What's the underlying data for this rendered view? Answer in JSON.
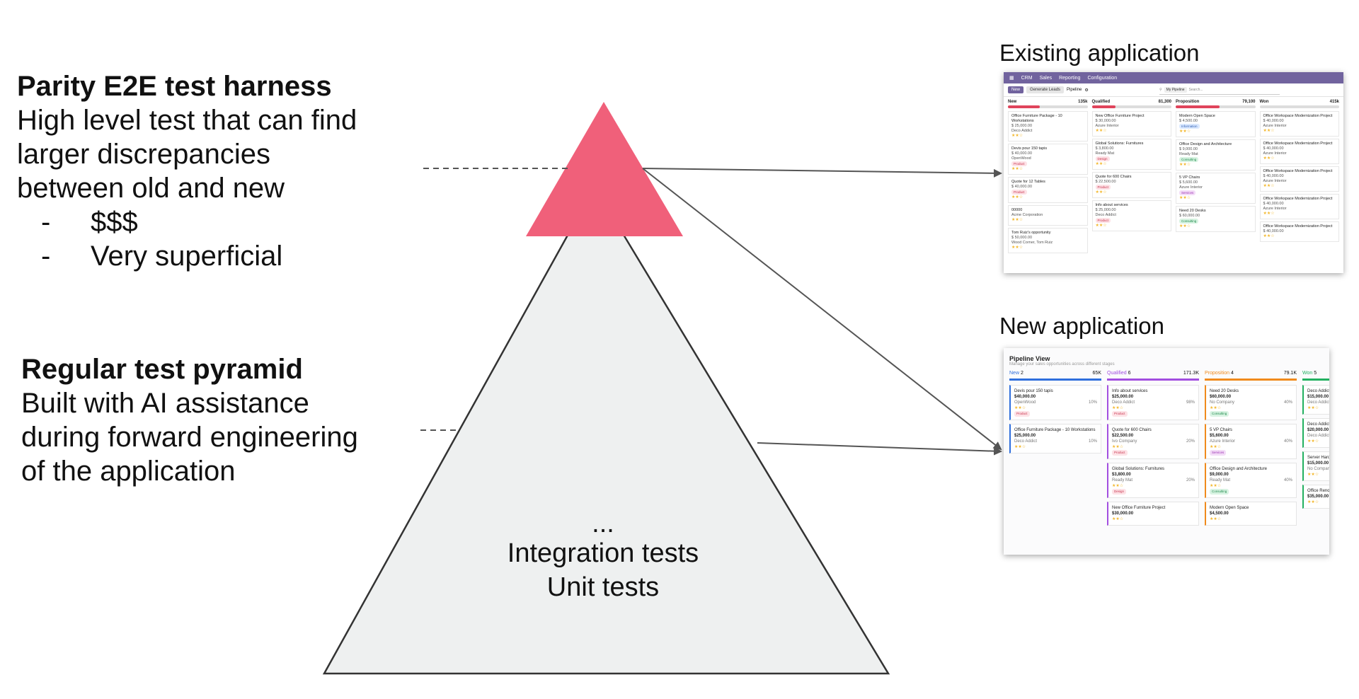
{
  "left": {
    "parity": {
      "title": "Parity E2E test harness",
      "lines": [
        "High level test that can find",
        "larger discrepancies",
        "between old and new"
      ],
      "bullets": [
        "$$$",
        "Very superficial"
      ],
      "bullet_marker": "-"
    },
    "regular": {
      "title": "Regular test pyramid",
      "lines": [
        "Built with AI assistance",
        "during forward engineering",
        "of the application"
      ]
    }
  },
  "pyramid": {
    "lines": [
      "...",
      "Integration tests",
      "Unit tests"
    ],
    "top_color": "#f0607a",
    "base_fill": "#eef0f0"
  },
  "existing": {
    "caption": "Existing application",
    "nav": [
      "CRM",
      "Sales",
      "Reporting",
      "Configuration"
    ],
    "btn_new": "New",
    "btn_gen": "Generate Leads",
    "breadcrumb": "Pipeline",
    "facet": "My Pipeline",
    "search_placeholder": "Search...",
    "columns": [
      {
        "name": "New",
        "total": "135k",
        "fill": 0.4,
        "cards": [
          {
            "title": "Office Furniture Package - 10 Workstations",
            "amt": "$ 25,000.00",
            "who": "Deco Addict"
          },
          {
            "title": "Devis pour 150 tapis",
            "amt": "$ 40,000.00",
            "who": "OpenWood",
            "tag": "Product"
          },
          {
            "title": "Quote for 12 Tables",
            "amt": "$ 40,000.00",
            "who": "",
            "tag": "Product"
          },
          {
            "title": "00000",
            "amt": "",
            "who": "Acme Corporation"
          },
          {
            "title": "Tom Ruiz's opportunity",
            "amt": "$ 50,000.00",
            "who": "Wood Corner, Tom Ruiz"
          }
        ]
      },
      {
        "name": "Qualified",
        "total": "81,300",
        "fill": 0.3,
        "cards": [
          {
            "title": "New Office Furniture Project",
            "amt": "$ 30,000.00",
            "who": "Azure Interior"
          },
          {
            "title": "Global Solutions: Furnitures",
            "amt": "$ 3,800.00",
            "who": "Ready Mat",
            "tag": "Design"
          },
          {
            "title": "Quote for 600 Chairs",
            "amt": "$ 22,500.00",
            "who": "",
            "tag": "Product"
          },
          {
            "title": "Info about services",
            "amt": "$ 25,000.00",
            "who": "Deco Addict",
            "tag": "Product"
          }
        ]
      },
      {
        "name": "Proposition",
        "total": "79,100",
        "fill": 0.55,
        "cards": [
          {
            "title": "Modern Open Space",
            "amt": "$ 4,500.00",
            "who": "",
            "tag": "Information"
          },
          {
            "title": "Office Design and Architecture",
            "amt": "$ 9,000.00",
            "who": "Ready Mat",
            "tag": "Consulting"
          },
          {
            "title": "5 VP Chairs",
            "amt": "$ 5,600.00",
            "who": "Azure Interior",
            "tag": "Services"
          },
          {
            "title": "Need 20 Desks",
            "amt": "$ 60,000.00",
            "who": "",
            "tag": "Consulting"
          }
        ]
      },
      {
        "name": "Won",
        "total": "415k",
        "fill": 0.0,
        "cards": [
          {
            "title": "Office Workspace Modernization Project",
            "amt": "$ 40,000.00",
            "who": "Azure Interior"
          },
          {
            "title": "Office Workspace Modernization Project",
            "amt": "$ 40,000.00",
            "who": "Azure Interior"
          },
          {
            "title": "Office Workspace Modernization Project",
            "amt": "$ 40,000.00",
            "who": "Azure Interior"
          },
          {
            "title": "Office Workspace Modernization Project",
            "amt": "$ 40,000.00",
            "who": "Azure Interior"
          },
          {
            "title": "Office Workspace Modernization Project",
            "amt": "$ 40,000.00",
            "who": ""
          }
        ]
      }
    ]
  },
  "newapp": {
    "caption": "New application",
    "title": "Pipeline View",
    "subtitle": "Manage your sales opportunities across different stages",
    "columns": [
      {
        "name": "New",
        "count": "2",
        "total": "65K",
        "color": "#2f6fdd",
        "cards": [
          {
            "title": "Devis pour 150 tapis",
            "amt": "$40,000.00",
            "who": "OpenWood",
            "pct": "10%",
            "tag": "Product"
          },
          {
            "title": "Office Furniture Package - 10 Workstations",
            "amt": "$25,000.00",
            "who": "Deco Addict",
            "pct": "10%"
          }
        ]
      },
      {
        "name": "Qualified",
        "count": "6",
        "total": "171.3K",
        "color": "#a24ee0",
        "cards": [
          {
            "title": "Info about services",
            "amt": "$25,000.00",
            "who": "Deco Addict",
            "pct": "98%",
            "tag": "Product"
          },
          {
            "title": "Quote for 600 Chairs",
            "amt": "$22,500.00",
            "who": "Ivo Company",
            "pct": "20%",
            "tag": "Product"
          },
          {
            "title": "Global Solutions: Furnitures",
            "amt": "$3,800.00",
            "who": "Ready Mat",
            "pct": "20%",
            "tag": "Design"
          },
          {
            "title": "New Office Furniture Project",
            "amt": "$30,000.00",
            "who": "",
            "pct": ""
          }
        ]
      },
      {
        "name": "Proposition",
        "count": "4",
        "total": "79.1K",
        "color": "#f08a1c",
        "cards": [
          {
            "title": "Need 20 Desks",
            "amt": "$60,000.00",
            "who": "No Company",
            "pct": "40%",
            "tag": "Consulting"
          },
          {
            "title": "5 VP Chairs",
            "amt": "$5,600.00",
            "who": "Azure Interior",
            "pct": "40%",
            "tag": "Services"
          },
          {
            "title": "Office Design and Architecture",
            "amt": "$9,000.00",
            "who": "Ready Mat",
            "pct": "40%",
            "tag": "Consulting"
          },
          {
            "title": "Modern Open Space",
            "amt": "$4,500.00",
            "who": "",
            "pct": ""
          }
        ]
      },
      {
        "name": "Won",
        "count": "5",
        "total": "",
        "color": "#22b060",
        "cards": [
          {
            "title": "Deco Addict's opp",
            "amt": "$15,000.00",
            "who": "Deco Addict",
            "pct": ""
          },
          {
            "title": "Deco Addict's opp",
            "amt": "$20,000.00",
            "who": "Deco Addict",
            "pct": ""
          },
          {
            "title": "Server Hardware",
            "amt": "$15,000.00",
            "who": "No Company",
            "pct": ""
          },
          {
            "title": "Office Renovation",
            "amt": "$35,000.00",
            "who": "",
            "pct": ""
          }
        ]
      }
    ]
  }
}
